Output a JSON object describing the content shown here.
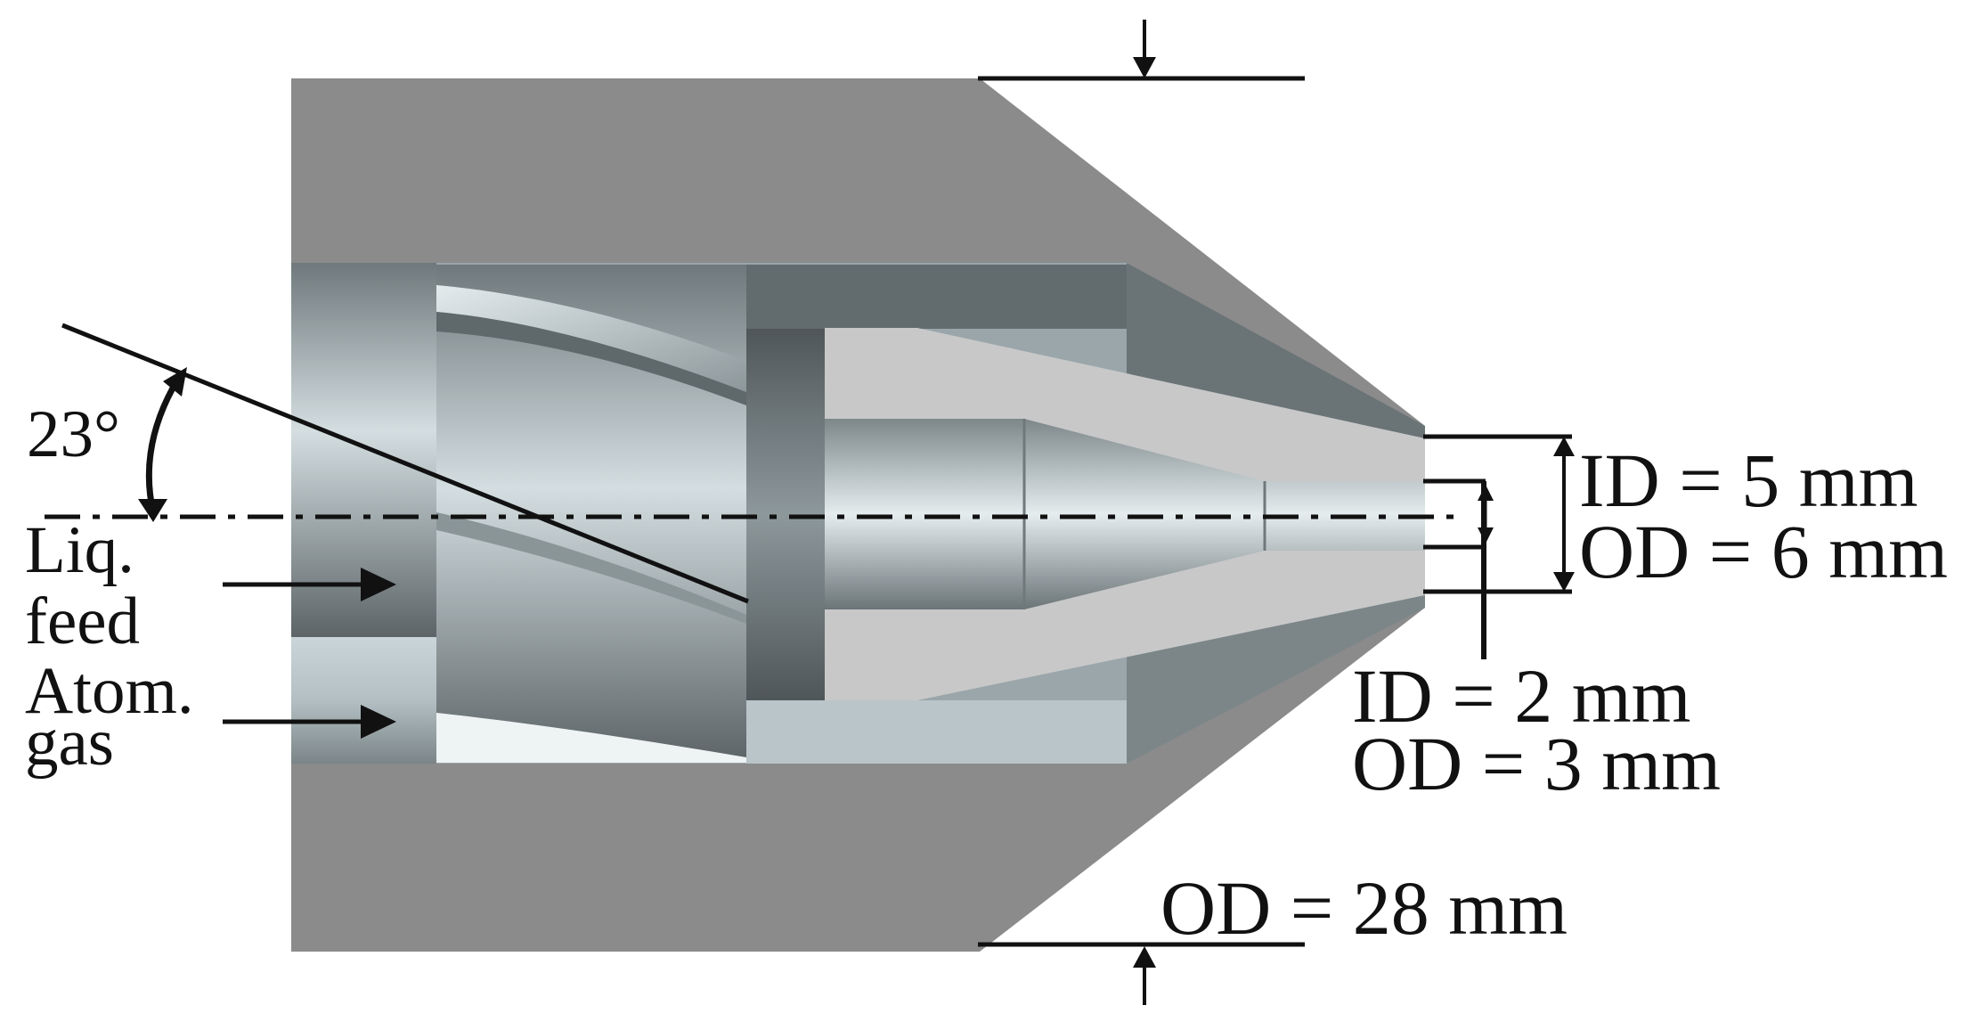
{
  "colors": {
    "housing": "#8a8a8a",
    "housing_dark": "#7a7a7a",
    "steel_light": "#cfd9dc",
    "steel_mid": "#a9b6ba",
    "steel_dark": "#5e6669",
    "bore": "#c6c6c6",
    "ink": "#111111"
  },
  "labels": {
    "angle": "23°",
    "liquid_feed_line1": "Liq.",
    "liquid_feed_line2": "feed",
    "atom_gas_line1": "Atom.",
    "atom_gas_line2": "gas",
    "outer_tip_id": "ID = 5 mm",
    "outer_tip_od": "OD = 6 mm",
    "inner_tip_id": "ID = 2 mm",
    "inner_tip_od": "OD = 3 mm",
    "body_od": "OD = 28 mm"
  }
}
